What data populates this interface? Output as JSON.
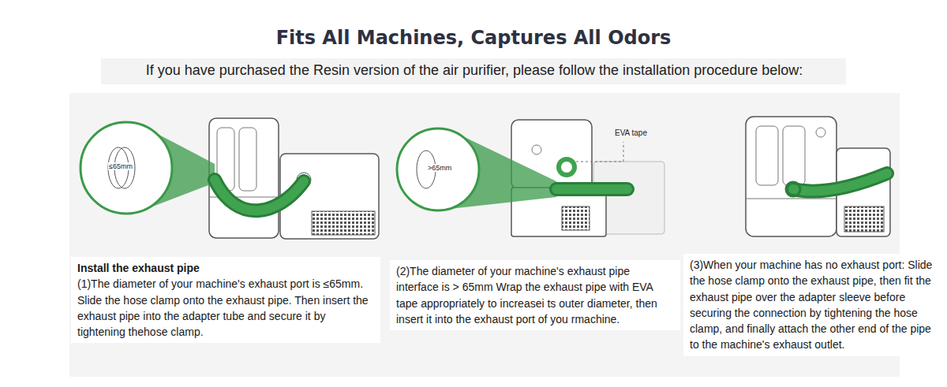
{
  "diagram": {
    "title": "Fits All Machines, Captures All Odors",
    "nodes": [
      {
        "text": [
          "Install the exhaust pipe",
          "(1)The diameter of your machine's exhaust port is ≤65mm. Slide the hose clamp onto the exhaust pipe. Then insert the exhaust pipe into the adapter tube and secure it by tightening thehose clamp."
        ]
      },
      {
        "text": [
          "(2)The diameter of your machine's exhaust pipe interface is > 65mm Wrap the exhaust pipe with EVA tape appropriately to increasei ts outer diameter, then insert it into the exhaust port of you rmachine."
        ]
      },
      {
        "text": [
          "(3)When your machine has no exhaust port: Slide the hose clamp onto the exhaust pipe, then fit the exhaust pipe over the adapter sleeve before securing the connection by tightening the hose clamp, and finally attach the other end of the pipe to the machine's exhaust outlet."
        ]
      }
    ],
    "edges": [],
    "labels": [
      "If you have purchased the Resin version of the air purifier, please follow the installation procedure below:",
      "≤65mm",
      ">65mm",
      "EVA tape"
    ]
  }
}
